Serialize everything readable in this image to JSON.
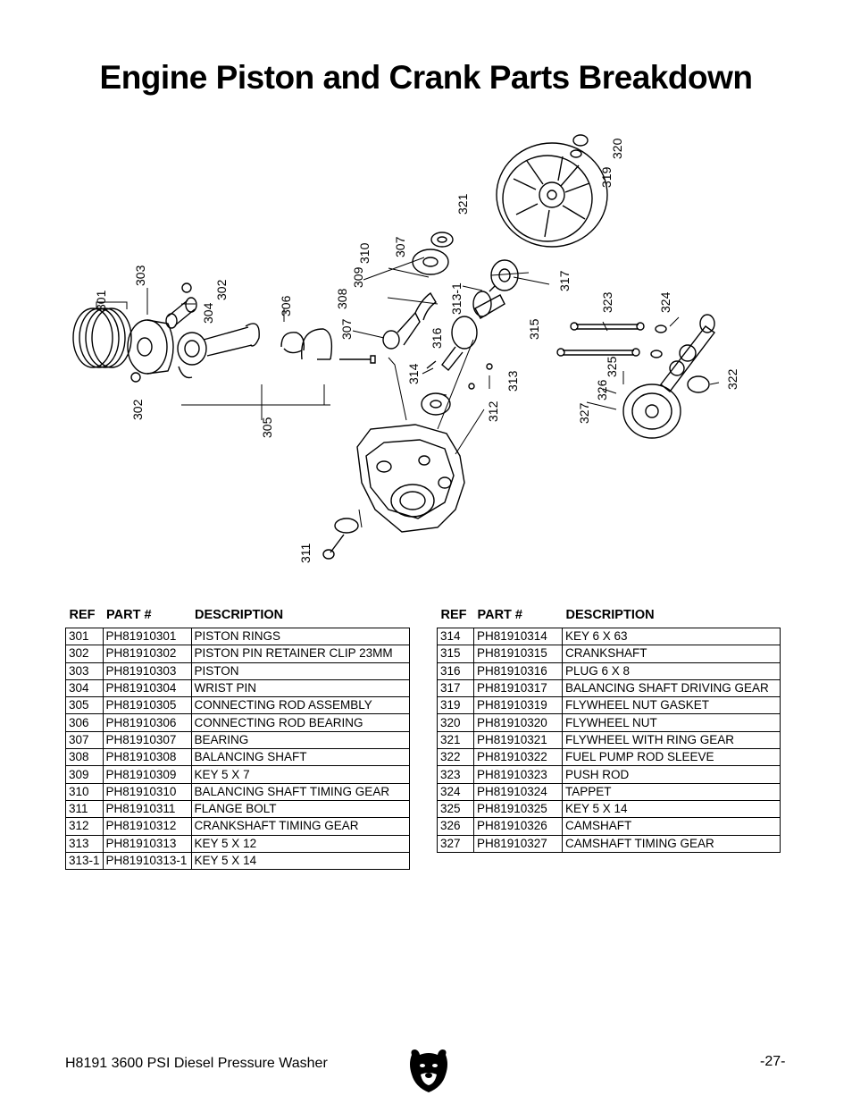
{
  "page": {
    "title": "Engine Piston and Crank Parts Breakdown",
    "footer_left": "H8191 3600 PSI Diesel Pressure Washer",
    "footer_right": "-27-",
    "logo_icon": "grizzly-bear-logo-icon"
  },
  "diagram": {
    "callouts": [
      "301",
      "303",
      "302",
      "304",
      "302",
      "306",
      "305",
      "308",
      "307",
      "309",
      "310",
      "307",
      "321",
      "313-1",
      "316",
      "314",
      "315",
      "313",
      "312",
      "317",
      "319",
      "320",
      "323",
      "324",
      "325",
      "326",
      "327",
      "322",
      "311"
    ]
  },
  "table_headers": {
    "ref": "REF",
    "part": "PART #",
    "desc": "DESCRIPTION"
  },
  "parts_left": [
    {
      "ref": "301",
      "part": "PH81910301",
      "desc": "PISTON RINGS"
    },
    {
      "ref": "302",
      "part": "PH81910302",
      "desc": "PISTON PIN RETAINER CLIP 23MM"
    },
    {
      "ref": "303",
      "part": "PH81910303",
      "desc": "PISTON"
    },
    {
      "ref": "304",
      "part": "PH81910304",
      "desc": "WRIST PIN"
    },
    {
      "ref": "305",
      "part": "PH81910305",
      "desc": "CONNECTING ROD ASSEMBLY"
    },
    {
      "ref": "306",
      "part": "PH81910306",
      "desc": "CONNECTING ROD BEARING"
    },
    {
      "ref": "307",
      "part": "PH81910307",
      "desc": "BEARING"
    },
    {
      "ref": "308",
      "part": "PH81910308",
      "desc": "BALANCING SHAFT"
    },
    {
      "ref": "309",
      "part": "PH81910309",
      "desc": "KEY 5 X 7"
    },
    {
      "ref": "310",
      "part": "PH81910310",
      "desc": "BALANCING SHAFT TIMING GEAR"
    },
    {
      "ref": "311",
      "part": "PH81910311",
      "desc": "FLANGE BOLT"
    },
    {
      "ref": "312",
      "part": "PH81910312",
      "desc": "CRANKSHAFT TIMING GEAR"
    },
    {
      "ref": "313",
      "part": "PH81910313",
      "desc": "KEY 5 X 12"
    },
    {
      "ref": "313-1",
      "part": "PH81910313-1",
      "desc": "KEY 5 X 14"
    }
  ],
  "parts_right": [
    {
      "ref": "314",
      "part": "PH81910314",
      "desc": "KEY 6 X 63"
    },
    {
      "ref": "315",
      "part": "PH81910315",
      "desc": "CRANKSHAFT"
    },
    {
      "ref": "316",
      "part": "PH81910316",
      "desc": "PLUG 6 X 8"
    },
    {
      "ref": "317",
      "part": "PH81910317",
      "desc": "BALANCING SHAFT DRIVING GEAR"
    },
    {
      "ref": "319",
      "part": "PH81910319",
      "desc": "FLYWHEEL NUT GASKET"
    },
    {
      "ref": "320",
      "part": "PH81910320",
      "desc": "FLYWHEEL NUT"
    },
    {
      "ref": "321",
      "part": "PH81910321",
      "desc": "FLYWHEEL WITH RING GEAR"
    },
    {
      "ref": "322",
      "part": "PH81910322",
      "desc": "FUEL PUMP ROD SLEEVE"
    },
    {
      "ref": "323",
      "part": "PH81910323",
      "desc": "PUSH ROD"
    },
    {
      "ref": "324",
      "part": "PH81910324",
      "desc": "TAPPET"
    },
    {
      "ref": "325",
      "part": "PH81910325",
      "desc": "KEY 5 X 14"
    },
    {
      "ref": "326",
      "part": "PH81910326",
      "desc": "CAMSHAFT"
    },
    {
      "ref": "327",
      "part": "PH81910327",
      "desc": "CAMSHAFT TIMING GEAR"
    }
  ]
}
